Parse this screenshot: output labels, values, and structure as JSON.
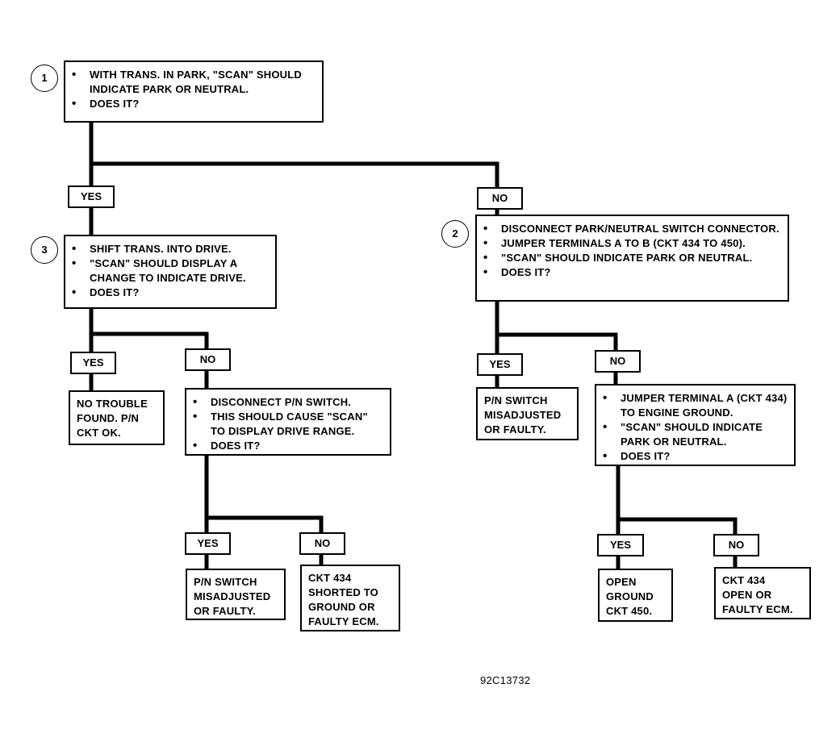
{
  "figure_id": "92C13732",
  "steps": {
    "s1": {
      "number": "1",
      "items": [
        "WITH TRANS. IN PARK, \"SCAN\" SHOULD INDICATE PARK OR NEUTRAL.",
        "DOES IT?"
      ]
    },
    "s2": {
      "number": "2",
      "items": [
        "DISCONNECT PARK/NEUTRAL SWITCH CONNECTOR.",
        "JUMPER TERMINALS A TO B (CKT 434 TO 450).",
        "\"SCAN\" SHOULD INDICATE PARK OR NEUTRAL.",
        "DOES IT?"
      ]
    },
    "s3": {
      "number": "3",
      "items": [
        "SHIFT TRANS. INTO DRIVE.",
        "\"SCAN\" SHOULD DISPLAY A CHANGE TO INDICATE DRIVE.",
        "DOES IT?"
      ]
    },
    "s4": {
      "items": [
        "DISCONNECT P/N SWITCH.",
        "THIS SHOULD CAUSE \"SCAN\" TO DISPLAY DRIVE RANGE.",
        "DOES IT?"
      ]
    },
    "s5": {
      "items": [
        "JUMPER TERMINAL A (CKT 434) TO ENGINE GROUND.",
        "\"SCAN\" SHOULD INDICATE PARK OR NEUTRAL.",
        "DOES IT?"
      ]
    }
  },
  "labels": {
    "yes": "YES",
    "no": "NO"
  },
  "results": {
    "no_trouble": [
      "NO TROUBLE",
      "FOUND. P/N",
      "CKT OK."
    ],
    "pn_switch_misadjusted_a": [
      "P/N SWITCH",
      "MISADJUSTED",
      "OR FAULTY."
    ],
    "pn_switch_misadjusted_b": [
      "P/N SWITCH",
      "MISADJUSTED",
      "OR FAULTY."
    ],
    "ckt434_shorted": [
      "CKT 434",
      "SHORTED TO",
      "GROUND OR",
      "FAULTY ECM."
    ],
    "open_ground_450": [
      "OPEN",
      "GROUND",
      "CKT 450."
    ],
    "ckt434_open": [
      "CKT 434",
      "OPEN OR",
      "FAULTY ECM."
    ]
  }
}
